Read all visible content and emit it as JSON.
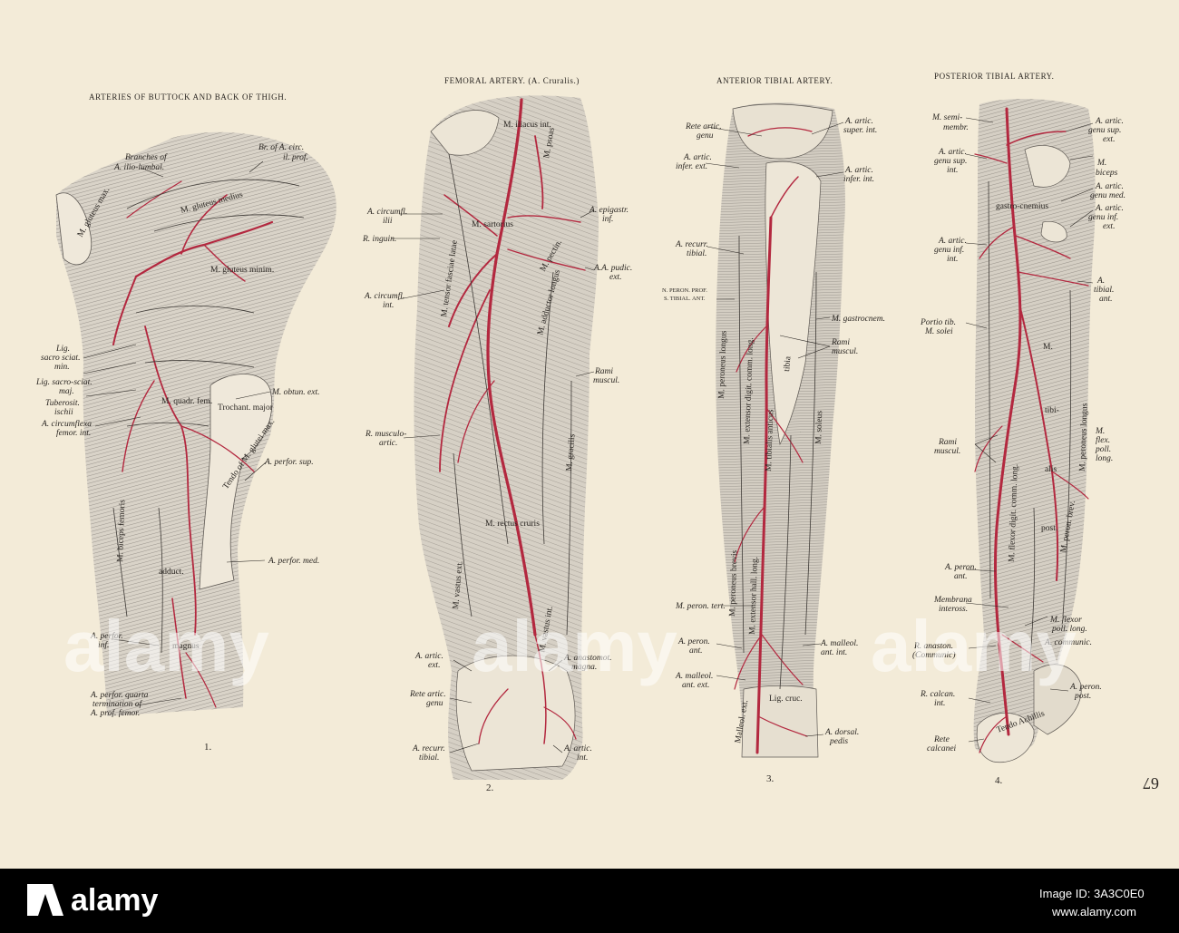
{
  "colors": {
    "paper": "#f3ebd8",
    "artery": "#b3283f",
    "ink": "#2a2622",
    "muscle": "#8a8580"
  },
  "titles": {
    "buttock": "ARTERIES OF BUTTOCK AND BACK OF THIGH.",
    "femoral": "FEMORAL ARTERY.  (A. Cruralis.)",
    "anterior": "ANTERIOR TIBIAL ARTERY.",
    "posterior": "POSTERIOR TIBIAL ARTERY."
  },
  "figure_numbers": [
    "1.",
    "2.",
    "3.",
    "4."
  ],
  "page_number": "67",
  "figure1": {
    "branches_1": "Branches of",
    "branches_2": "A. ilio-lumbal.",
    "circ_1": "Br. of A. circ.",
    "circ_2": "il. prof.",
    "lig_1": "Lig.",
    "lig_2": "sacro sciat.",
    "lig_3": "min.",
    "ligmaj_1": "Lig. sacro-sciat.",
    "ligmaj_2": "maj.",
    "tub_1": "Tuberosit.",
    "tub_2": "ischii",
    "circfl_1": "A. circumflexa",
    "circfl_2": "femor. int.",
    "obtun": "M. obtun. ext.",
    "persup": "A. perfor. sup.",
    "permed": "A. perfor. med.",
    "perinf_1": "A. perfor.",
    "perinf_2": "inf.",
    "perq_1": "A. perfor. quarta",
    "perq_2": "termination of",
    "perq_3": "A. prof. femor.",
    "m_gluteus_max": "M. gluteus max.",
    "m_gluteus_med": "M. gluteus medius",
    "m_gluteus_min": "M. gluteus minim.",
    "m_quadr": "M. quadr. fem.",
    "m_trochant": "Trochant. major",
    "m_biceps": "M. biceps femoris",
    "m_adduct": "adduct.",
    "m_magnus": "magnus",
    "m_tendo": "Tendo of M. glutei max."
  },
  "figure2": {
    "circili_1": "A. circumfl.",
    "circili_2": "ilii",
    "inguin": "R. inguin.",
    "circint_1": "A. circumfl.",
    "circint_2": "int.",
    "musc_1": "R. musculo-",
    "musc_2": "artic.",
    "epig_1": "A. epigastr.",
    "epig_2": "inf.",
    "pudic_1": "A.A. pudic.",
    "pudic_2": "ext.",
    "rami_1": "Rami",
    "rami_2": "muscul.",
    "articext_1": "A. artic.",
    "articext_2": "ext.",
    "rete_1": "Rete artic.",
    "rete_2": "genu",
    "recurr_1": "A. recurr.",
    "recurr_2": "tibial.",
    "anast_1": "A. anastomot.",
    "anast_2": "magna.",
    "articint_1": "A. artic.",
    "articint_2": "int.",
    "m_iliacus": "M. iliacus int.",
    "m_psoas": "M. psoas",
    "m_sartorius": "M. sartorius",
    "m_tensor": "M. tensor fasciae latae",
    "m_pectin": "M. pectin.",
    "m_adductor": "M. adductor longus",
    "m_rectus": "M. rectus cruris",
    "m_vastus": "M. vastus ext.",
    "m_vastus_int": "M. vastus int.",
    "m_gracilis": "M. gracilis"
  },
  "figure3": {
    "rete_1": "Rete artic.",
    "rete_2": "genu",
    "ainfer_1": "A. artic.",
    "ainfer_2": "infer. ext.",
    "asup_1": "A. artic.",
    "asup_2": "super. int.",
    "aint_1": "A. artic.",
    "aint_2": "infer. int.",
    "recurr_1": "A. recurr.",
    "recurr_2": "tibial.",
    "peron_1": "N. PERON. PROF.",
    "peron_2": "S. TIBIAL. ANT.",
    "gastro": "M. gastrocnem.",
    "rami_1": "Rami",
    "rami_2": "muscul.",
    "soleus": "M. soleus",
    "peron_long": "M. peroneus longus",
    "ext_comm": "M. extensor digit. comm. long.",
    "tib_ant": "M. tibialis anticus",
    "peron_brevis": "M. peroneus brevis",
    "ext_hall": "M. extensor hall. long.",
    "tibia": "tibia",
    "perontert": "M. peron. tert.",
    "aperon_1": "A. peron.",
    "aperon_2": "ant.",
    "mallext_1": "A. malleol.",
    "mallext_2": "ant. ext.",
    "mallint_1": "A. malleol.",
    "mallint_2": "ant. int.",
    "dorsal_1": "A. dorsal.",
    "dorsal_2": "pedis",
    "lig_cruc": "Lig. cruc.",
    "mall_ext": "Malleol. ext."
  },
  "figure4": {
    "semi_1": "M. semi-",
    "semi_2": "membr.",
    "gsupext_1": "A. artic.",
    "gsupext_2": "genu sup.",
    "gsupext_3": "ext.",
    "gsupint_1": "A. artic.",
    "gsupint_2": "genu sup.",
    "gsupint_3": "int.",
    "biceps_1": "M.",
    "biceps_2": "biceps",
    "gmed_1": "A. artic.",
    "gmed_2": "genu med.",
    "ginfext_1": "A. artic.",
    "ginfext_2": "genu inf.",
    "ginfext_3": "ext.",
    "ginfint_1": "A. artic.",
    "ginfint_2": "genu inf.",
    "ginfint_3": "int.",
    "tibant_1": "A.",
    "tibant_2": "tibial.",
    "tibant_3": "ant.",
    "portio_1": "Portio tib.",
    "portio_2": "M. solei",
    "rami_1": "Rami",
    "rami_2": "muscul.",
    "flexpoll_1": "M.",
    "flexpoll_2": "flex.",
    "flexpoll_3": "poll.",
    "flexpoll_4": "long.",
    "aperon_1": "A. peron.",
    "aperon_2": "ant.",
    "membr_1": "Membrana",
    "membr_2": "inteross.",
    "mflex_1": "M. flexor",
    "mflex_2": "poll. long.",
    "acomm": "A. communic.",
    "ranast_1": "R. anaston.",
    "ranast_2": "(Communic)",
    "calcan_1": "R. calcan.",
    "calcan_2": "int.",
    "aperpost_1": "A. peron.",
    "aperpost_2": "post.",
    "rete_1": "Rete",
    "rete_2": "calcanei",
    "m_gastro": "gastro-cnemius",
    "m_tibi": "tibi-",
    "m_alis": "alis",
    "m_post": "post.",
    "m_peron": "M. peron. brev.",
    "m_m": "M.",
    "m_flexor_long": "M. flexor digit. comm. long.",
    "m_peron_long": "M. peroneus longus",
    "m_tendo": "Tendo Achillis"
  },
  "watermark": {
    "text": "alamy",
    "bar_text": "alamy",
    "image_id_label": "Image ID: 3A3C0E0",
    "site": "www.alamy.com"
  }
}
